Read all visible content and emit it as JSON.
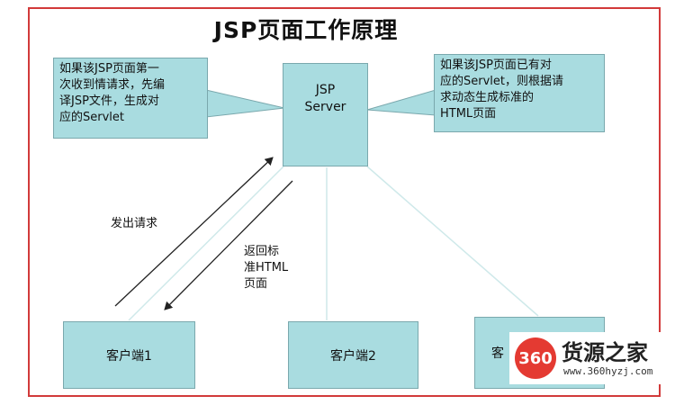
{
  "title": "JSP页面工作原理",
  "server": {
    "line1": "JSP",
    "line2": "Server"
  },
  "clients": [
    "客户端1",
    "客户端2",
    "客"
  ],
  "notes": {
    "left": [
      "如果该JSP页面第一",
      "次收到情请求，先编",
      "译JSP文件，生成对",
      "应的Servlet"
    ],
    "right": [
      "如果该JSP页面已有对",
      "应的Servlet，则根据请",
      "求动态生成标准的",
      "HTML页面"
    ]
  },
  "labels": {
    "send": "发出请求",
    "return": [
      "返回标",
      "准HTML",
      "页面"
    ]
  },
  "watermark": {
    "badge": "360",
    "name": "货源之家",
    "url": "www.360hyzj.com"
  },
  "colors": {
    "box": "#a9dce0",
    "frame": "#d23a3a",
    "watermark_red": "#e43a32"
  }
}
